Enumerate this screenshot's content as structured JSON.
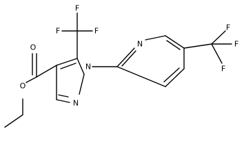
{
  "molecule": {
    "atoms": {
      "O_carbonyl": "O",
      "O_ester": "O",
      "N1": "N",
      "N2": "N",
      "N_pyridine": "N",
      "F_a1": "F",
      "F_a2": "F",
      "F_a3": "F",
      "F_b1": "F",
      "F_b2": "F",
      "F_b3": "F"
    }
  }
}
